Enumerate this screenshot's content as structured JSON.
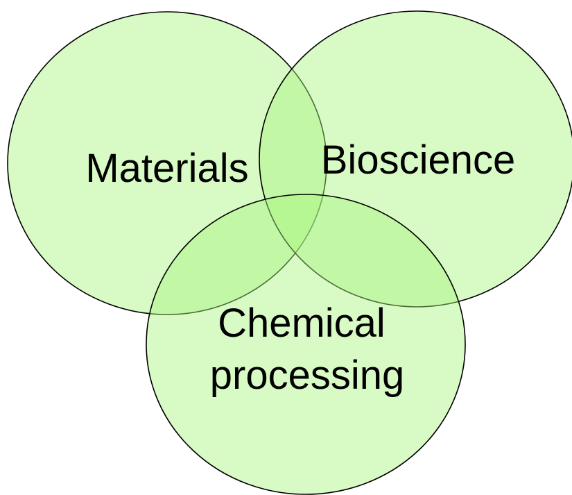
{
  "diagram": {
    "type": "venn",
    "fill_color": "#a9f57f",
    "stroke_color": "#000000",
    "sets": [
      {
        "id": "materials",
        "label_lines": [
          "Materials"
        ]
      },
      {
        "id": "bioscience",
        "label_lines": [
          "Bioscience"
        ]
      },
      {
        "id": "chemical-processing",
        "label_lines": [
          "Chemical",
          "processing"
        ]
      }
    ]
  }
}
